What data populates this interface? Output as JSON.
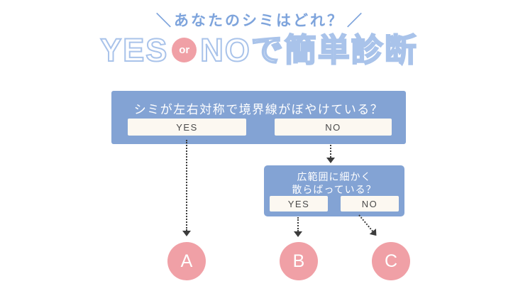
{
  "tagline": {
    "left_slash": "＼",
    "text": "あなたのシミはどれ？",
    "right_slash": "／"
  },
  "title": {
    "yes": "YES",
    "or": "or",
    "no_suffix": "NOで簡単診断"
  },
  "flow": {
    "q1": {
      "question": "シミが左右対称で境界線がぼやけている？",
      "yes_label": "YES",
      "no_label": "NO"
    },
    "q2": {
      "question_line1": "広範囲に細かく",
      "question_line2": "散らばっている？",
      "yes_label": "YES",
      "no_label": "NO"
    },
    "results": [
      "A",
      "B",
      "C"
    ]
  },
  "colors": {
    "box_blue": "#83a3d4",
    "accent_pink": "#f0a0a6",
    "button_cream": "#fcf8f1",
    "tagline_blue": "#7ea4dc",
    "title_outline_blue": "#a9c3ea",
    "arrow_gray": "#3c3c3c",
    "button_text": "#4a4a4a"
  }
}
